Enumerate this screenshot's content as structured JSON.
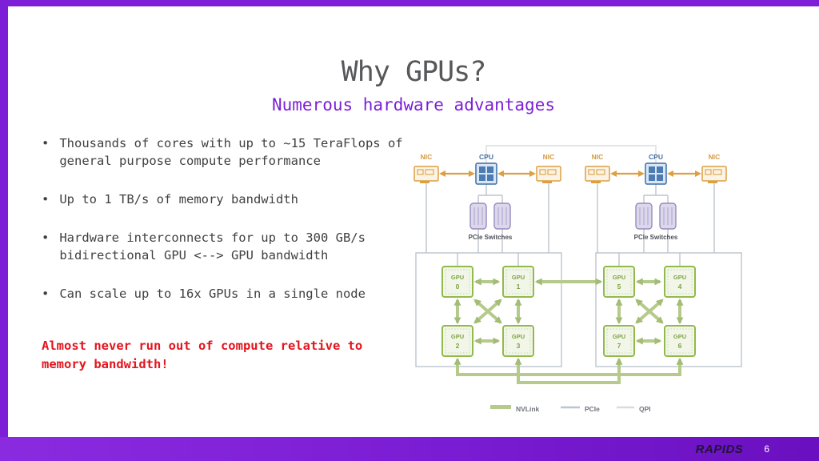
{
  "slide": {
    "title": "Why GPUs?",
    "subtitle": "Numerous hardware advantages",
    "bullet_glyph": "•",
    "bullets": [
      "Thousands of cores with up to ~15 TeraFlops of general purpose compute performance",
      "Up to 1 TB/s of memory bandwidth",
      "Hardware interconnects for up to 300 GB/s bidirectional GPU <--> GPU bandwidth",
      "Can scale up to 16x GPUs in a single node"
    ],
    "highlight": "Almost never run out of compute relative to memory bandwidth!",
    "brand": "RAPIDS",
    "page_number": "6"
  },
  "diagram": {
    "nic_label": "NIC",
    "cpu_label": "CPU",
    "pcie_switches_label": "PCIe Switches",
    "gpu_word": "GPU",
    "gpus": [
      {
        "num": "0"
      },
      {
        "num": "1"
      },
      {
        "num": "2"
      },
      {
        "num": "3"
      },
      {
        "num": "5"
      },
      {
        "num": "4"
      },
      {
        "num": "7"
      },
      {
        "num": "6"
      }
    ],
    "legend": [
      "NVLink",
      "PCIe",
      "QPI"
    ]
  },
  "colors": {
    "accent": "#7c1fd6",
    "red": "#e3151e",
    "nvlink-green": "#b6ca8b",
    "gpu-green": "#92b94c",
    "pcie-gray": "#bdc4cd",
    "qpi-gray": "#d7dbe0",
    "nic-orange": "#dc9f42",
    "cpu-blue": "#3e6fa6",
    "switch-purple": "#958cbe"
  }
}
